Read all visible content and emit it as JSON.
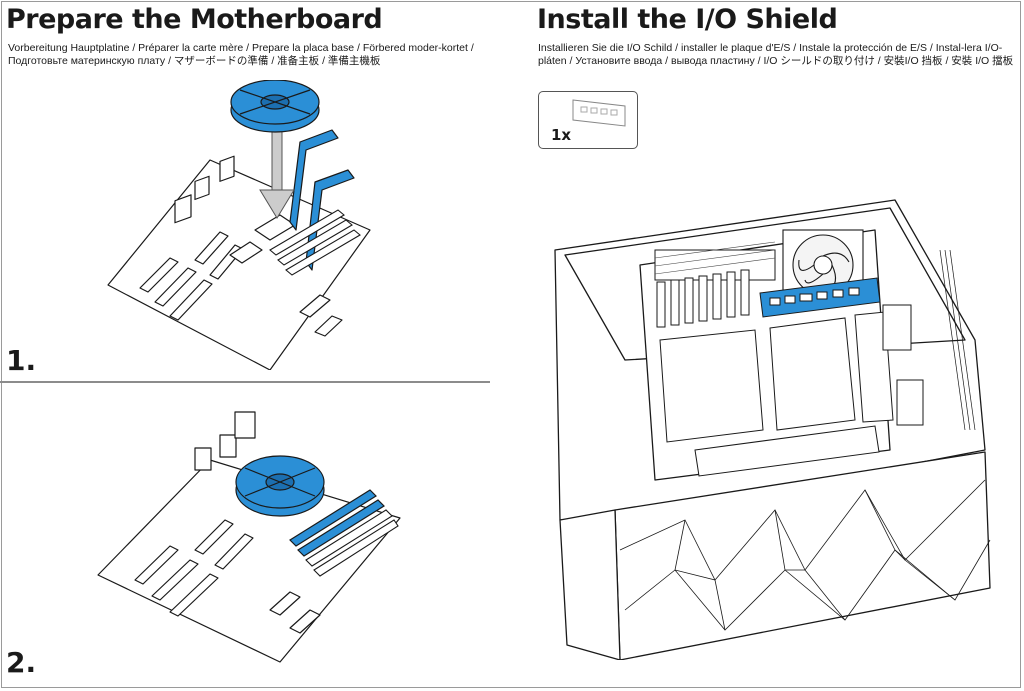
{
  "left": {
    "title": "Prepare the Motherboard",
    "subtitle": "Vorbereitung Hauptplatine / Préparer la carte mère / Prepare la placa base / Förbered moder-kortet / Подготовьте материнскую плату / マザーボードの準備 / 准备主板 / 準備主機板",
    "step1": "1.",
    "step2": "2."
  },
  "right": {
    "title": "Install the I/O Shield",
    "subtitle": "Installieren Sie die I/O Schild  /  installer le plaque d'E/S  /  Instale la protección de E/S  /  Instal-lera I/O-pláten  /  Установите ввода / вывода пластину  /  I/O シールドの取り付け  /  安裝I/O 挡板  /  安裝 I/O 擋板",
    "parts_qty": "1x"
  },
  "colors": {
    "accent": "#2b8fd6",
    "line": "#1a1a1a"
  }
}
